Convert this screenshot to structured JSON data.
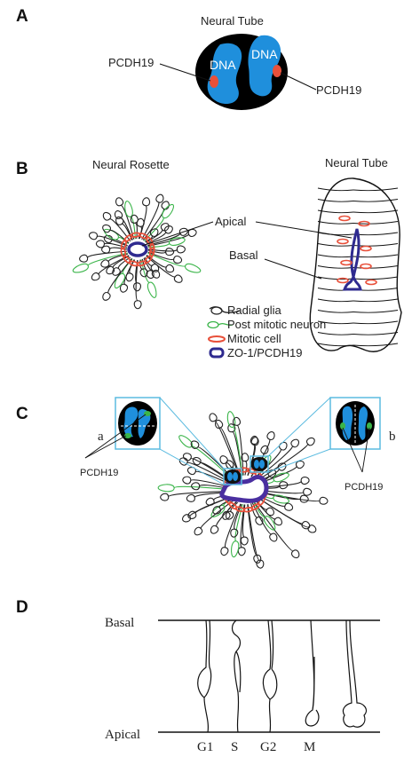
{
  "panels": {
    "a": {
      "letter": "A",
      "title": "Neural Tube",
      "dna_left": "DNA",
      "dna_right": "DNA",
      "pcdh_left": "PCDH19",
      "pcdh_right": "PCDH19"
    },
    "b": {
      "letter": "B",
      "rosette_title": "Neural Rosette",
      "tube_title": "Neural Tube",
      "apical": "Apical",
      "basal": "Basal",
      "legend": [
        {
          "key": "radial",
          "label": "Radial glia",
          "color": "#222222"
        },
        {
          "key": "postmitotic",
          "label": "Post mitotic neuron",
          "color": "#3bb54a"
        },
        {
          "key": "mitotic",
          "label": "Mitotic cell",
          "color": "#e8503a"
        },
        {
          "key": "zo1",
          "label": "ZO-1/PCDH19",
          "color": "#2e2a8f"
        }
      ]
    },
    "c": {
      "letter": "C",
      "inset_a": "a",
      "inset_b": "b",
      "pcdh_left": "PCDH19",
      "pcdh_right": "PCDH19"
    },
    "d": {
      "letter": "D",
      "basal": "Basal",
      "apical": "Apical",
      "phases": [
        "G1",
        "S",
        "G2",
        "M"
      ]
    }
  },
  "colors": {
    "dna": "#1f8fdc",
    "pcdh_red": "#e8503a",
    "green": "#3bb54a",
    "zo1": "#2e2a8f",
    "inset_frame": "#5bbbe0"
  }
}
